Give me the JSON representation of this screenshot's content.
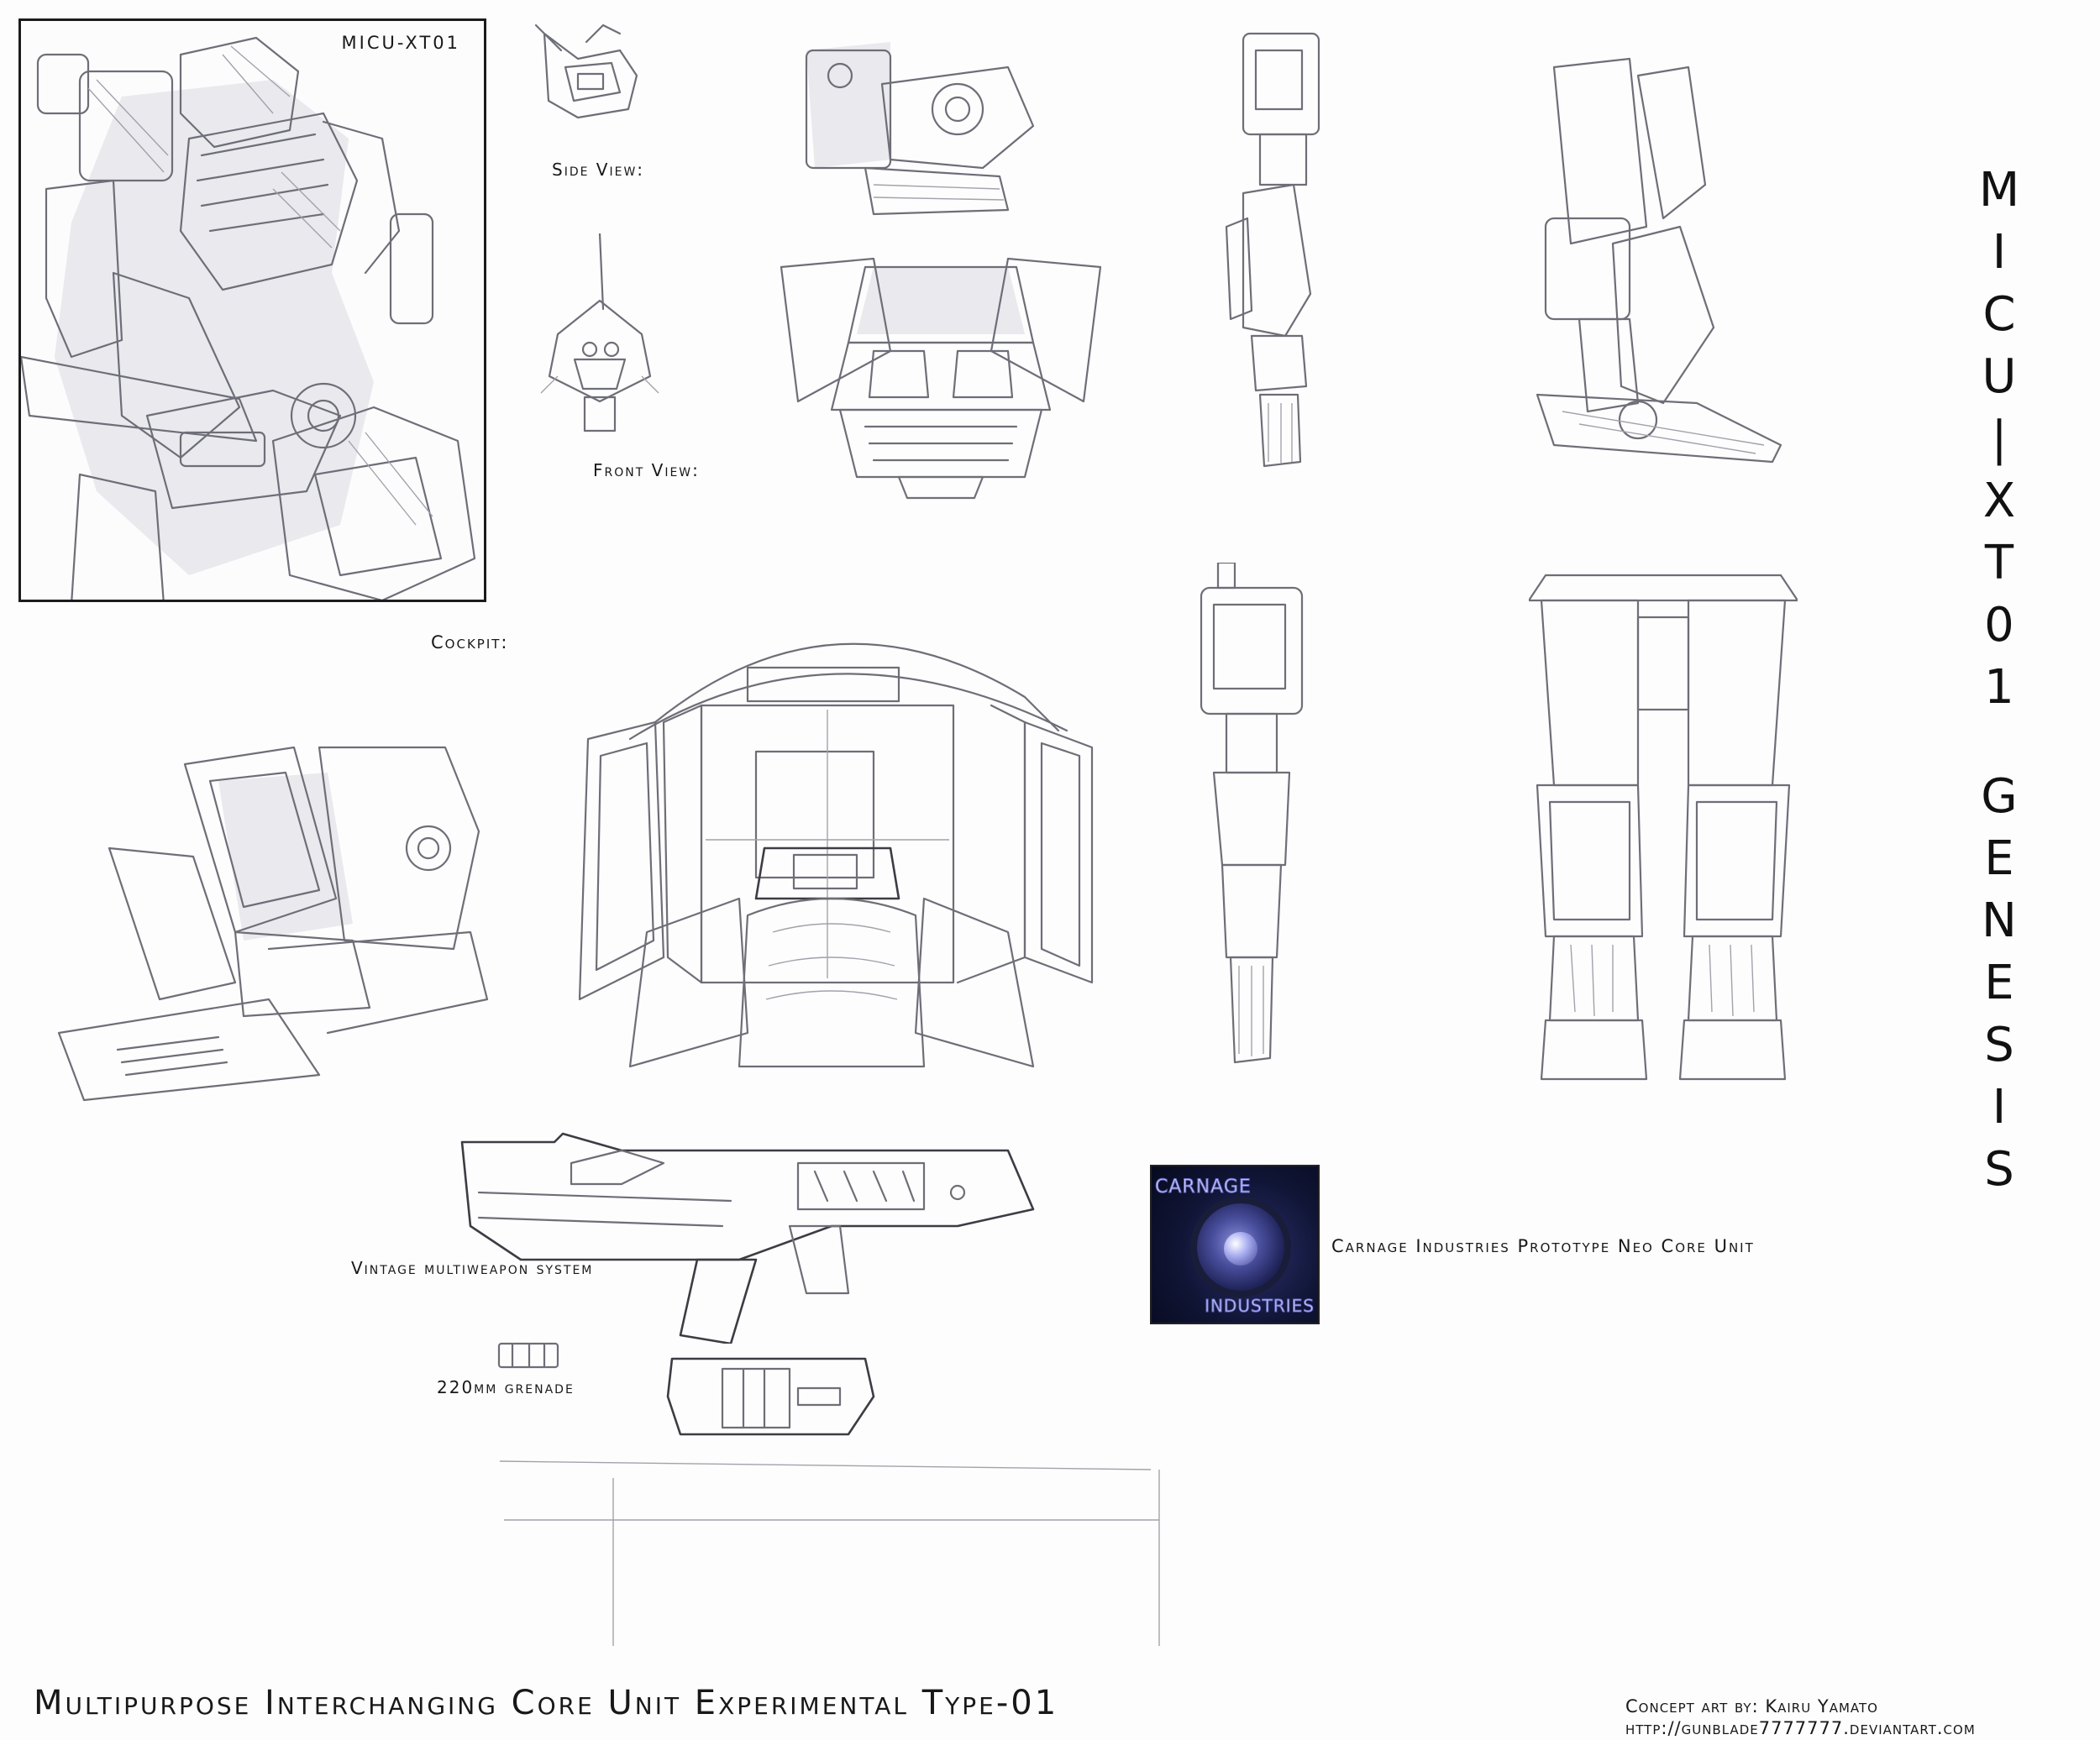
{
  "frame_label": "MICU-XT01",
  "labels": {
    "side_view": "Side View:",
    "front_view": "Front View:",
    "cockpit": "Cockpit:",
    "weapon": "Vintage multiweapon system",
    "grenade": "220mm grenade",
    "logo_caption": "Carnage Industries Prototype Neo Core Unit"
  },
  "vertical_title": {
    "line1": [
      "M",
      "I",
      "C",
      "U",
      "|",
      "X",
      "T",
      "0",
      "1"
    ],
    "line2": [
      "G",
      "E",
      "N",
      "E",
      "S",
      "I",
      "S"
    ]
  },
  "logo": {
    "word_top": "CARNAGE",
    "word_bottom": "INDUSTRIES",
    "colors": {
      "dark": "#101536",
      "glow": "#8b8fd8"
    }
  },
  "footer": {
    "title": "Multipurpose Interchanging Core Unit Experimental Type-01",
    "credit_line": "Concept art by: Kairu Yamato",
    "url": "http://gunblade7777777.deviantart.com"
  },
  "drawings": [
    {
      "name": "mech-full-body",
      "icon": "mech-pencil-sketch"
    },
    {
      "name": "head-side-small",
      "icon": "head-sketch"
    },
    {
      "name": "head-front-small",
      "icon": "head-sketch"
    },
    {
      "name": "torso-side",
      "icon": "torso-sketch"
    },
    {
      "name": "torso-front",
      "icon": "torso-sketch"
    },
    {
      "name": "arm-side",
      "icon": "arm-sketch"
    },
    {
      "name": "arm-front",
      "icon": "arm-sketch"
    },
    {
      "name": "leg-side",
      "icon": "leg-sketch"
    },
    {
      "name": "legs-front",
      "icon": "leg-sketch"
    },
    {
      "name": "cockpit-interior",
      "icon": "cockpit-sketch"
    },
    {
      "name": "cockpit-seat",
      "icon": "seat-sketch"
    },
    {
      "name": "multiweapon-rifle",
      "icon": "rifle-sketch"
    },
    {
      "name": "grenade-round",
      "icon": "grenade-sketch"
    },
    {
      "name": "weapon-magazine",
      "icon": "magazine-sketch"
    }
  ]
}
